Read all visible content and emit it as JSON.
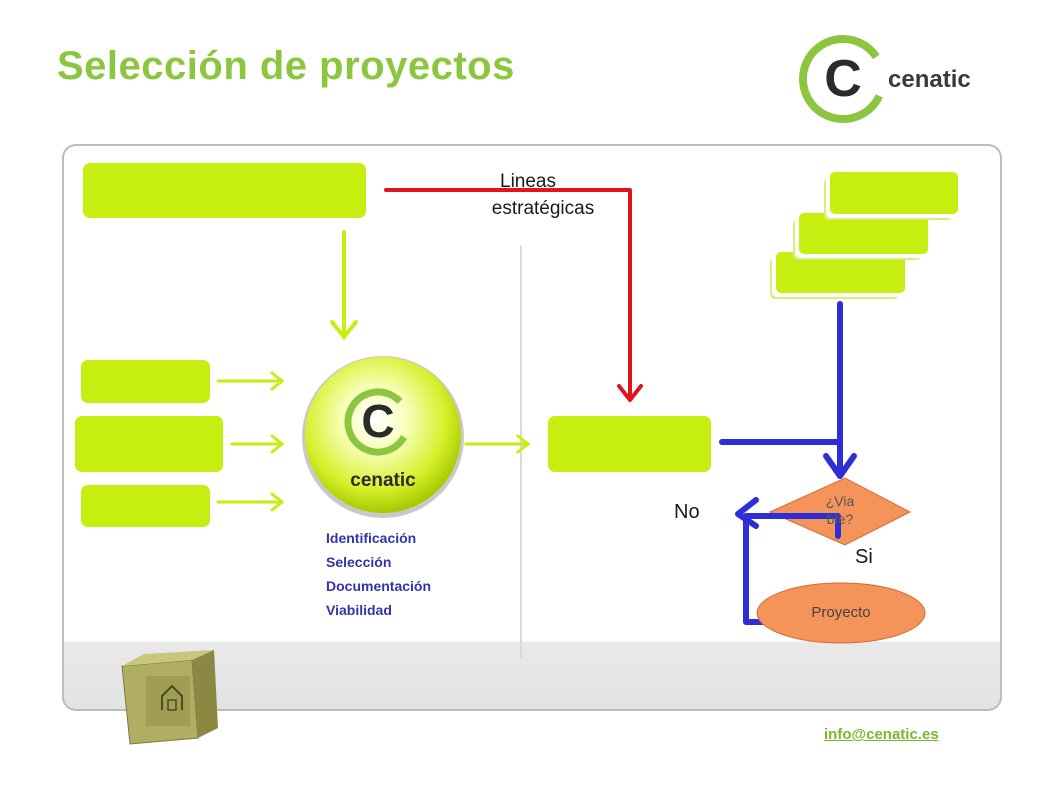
{
  "header": {
    "title": "Selección de proyectos"
  },
  "logo": {
    "text": "cenatic",
    "letter": "C"
  },
  "diagram": {
    "red_arrow_label": [
      "Lineas",
      "estratégicas"
    ],
    "center_logo_text": "cenatic",
    "center_logo_letter": "C",
    "steps": [
      "Identificación",
      "Selección",
      "Documentación",
      "Viabilidad"
    ],
    "decision": [
      "¿Via",
      "ble?"
    ],
    "no_label": "No",
    "yes_label": "Si",
    "result": "Proyecto"
  },
  "footer": {
    "email": "info@cenatic.es"
  },
  "colors": {
    "title_green": "#8cc63f",
    "box_green": "#c6ee10",
    "red_arrow": "#e0141e",
    "blue_arrow": "#2e2ed6",
    "orange": "#f4945a",
    "step_text": "#3333aa"
  },
  "icons": [
    "home-box-icon"
  ]
}
